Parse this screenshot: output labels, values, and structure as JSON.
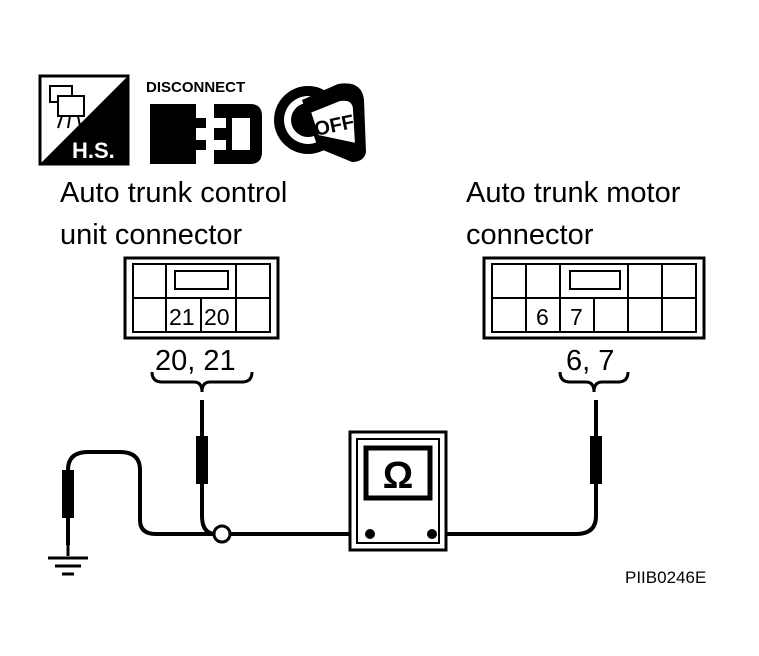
{
  "icons": {
    "harness_side": "H.S.",
    "disconnect": "DISCONNECT",
    "ignition": "OFF"
  },
  "connectors": {
    "control_unit": {
      "label_line1": "Auto trunk control",
      "label_line2": "unit connector",
      "pin_a": "21",
      "pin_b": "20",
      "terminals": "20, 21"
    },
    "motor": {
      "label_line1": "Auto trunk motor",
      "label_line2": "connector",
      "pin_a": "6",
      "pin_b": "7",
      "terminals": "6, 7"
    }
  },
  "meter": {
    "symbol": "Ω"
  },
  "figure_code": "PIIB0246E"
}
